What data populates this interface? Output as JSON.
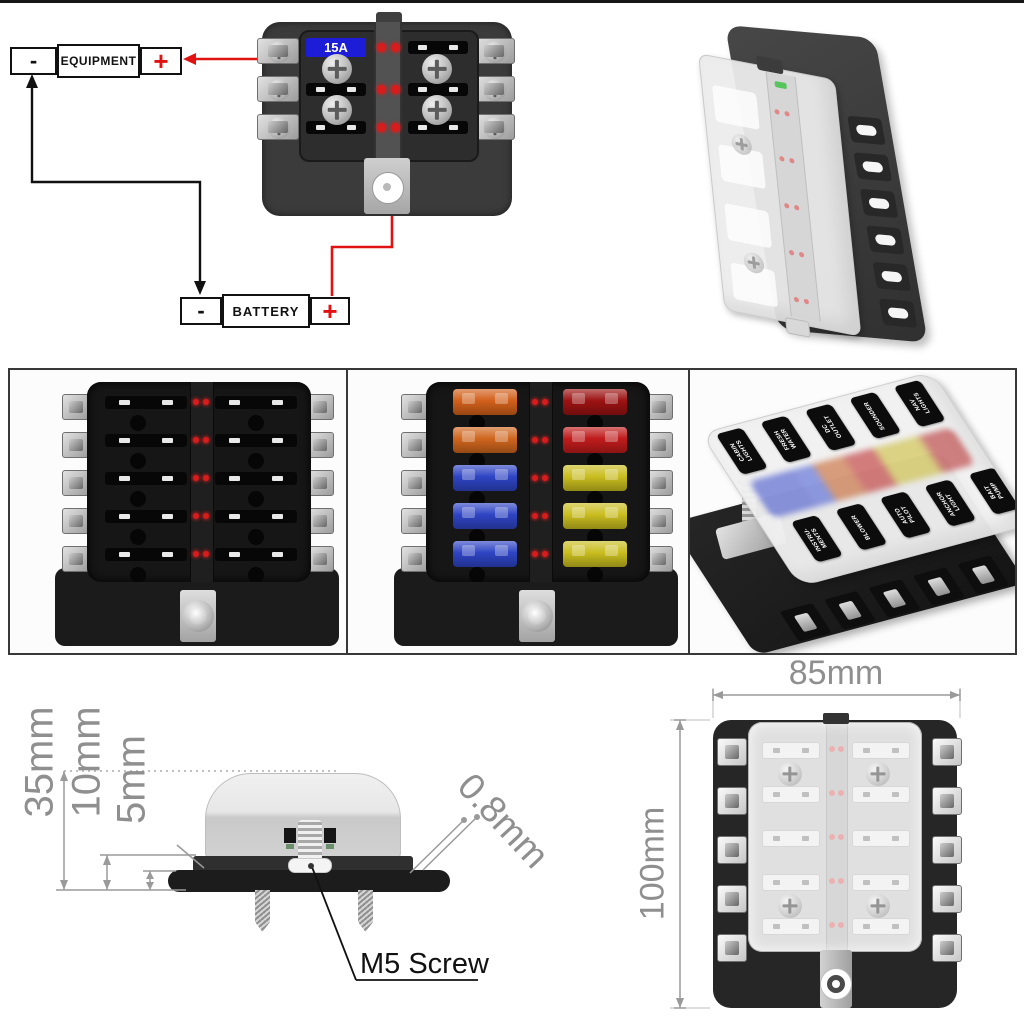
{
  "wiring": {
    "equipment_label": "EQUIPMENT",
    "battery_label": "BATTERY",
    "minus_symbol": "-",
    "plus_symbol": "+",
    "fuse_rating": "15A"
  },
  "circuits": [
    "CABIN LIGHTS",
    "FRESH WATER",
    "DC OUTLET",
    "SOUNDER",
    "NAV LIGHTS",
    "INSTRU-MENTS",
    "BLOWER",
    "AUTO PILOT",
    "ANCHOR LIGHT",
    "BAIT PUMP"
  ],
  "fuse_grid": [
    [
      "#d2601a",
      "#9c1212"
    ],
    [
      "#cf661e",
      "#c01b1b"
    ],
    [
      "#2e44c4",
      "#c9bd1f"
    ],
    [
      "#2e44c4",
      "#c9bd1f"
    ],
    [
      "#2e44c4",
      "#c9bd1f"
    ]
  ],
  "dims": {
    "total_height": "35mm",
    "cover_height": "10mm",
    "base_height": "5mm",
    "terminal_thickness": "0.8mm",
    "screw_label": "M5 Screw",
    "overall_width": "85mm",
    "overall_length": "100mm"
  },
  "colors": {
    "accent_red": "#e01212",
    "wire_black": "#111111",
    "display_blue": "#1d1dd8",
    "led_red": "#d61c1c",
    "led_green": "#57c45e"
  }
}
